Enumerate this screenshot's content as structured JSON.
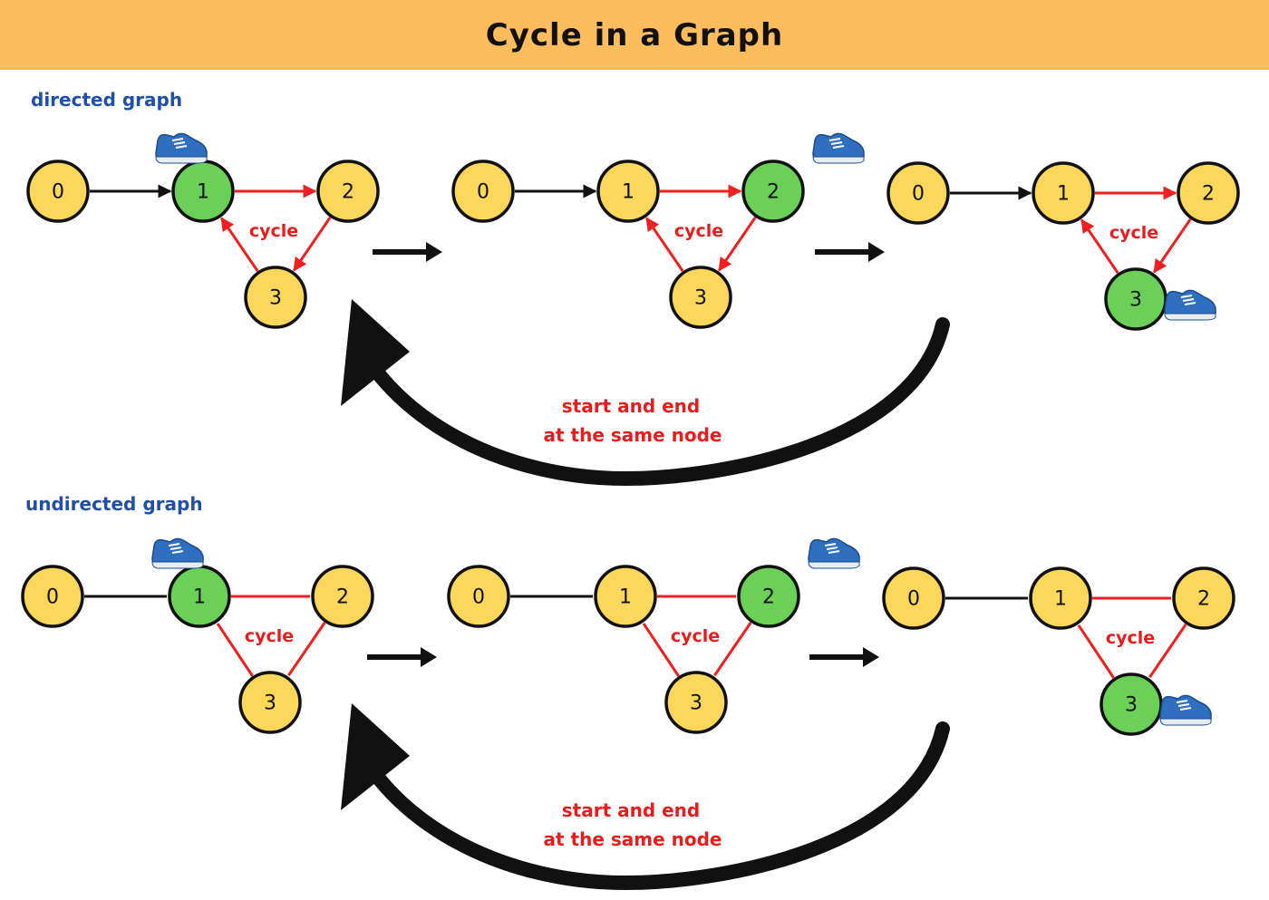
{
  "title": "Cycle in a Graph",
  "sections": {
    "directed": {
      "label": "directed graph"
    },
    "undirected": {
      "label": "undirected graph"
    }
  },
  "node_labels": [
    "0",
    "1",
    "2",
    "3"
  ],
  "cycle_label": "cycle",
  "loop_caption": {
    "line1": "start and end",
    "line2": "at the same node"
  },
  "steps_active_node": [
    1,
    2,
    3
  ],
  "colors": {
    "banner": "#fdbd5c",
    "node_fill": "#fbd75a",
    "node_active": "#6ad058",
    "cycle_red": "#ee2020",
    "section_blue": "#1f4fa6",
    "shoe_blue": "#2f6fc0"
  },
  "icons": [
    "shoe-icon",
    "arrow-right-icon",
    "curved-return-arrow-icon"
  ]
}
